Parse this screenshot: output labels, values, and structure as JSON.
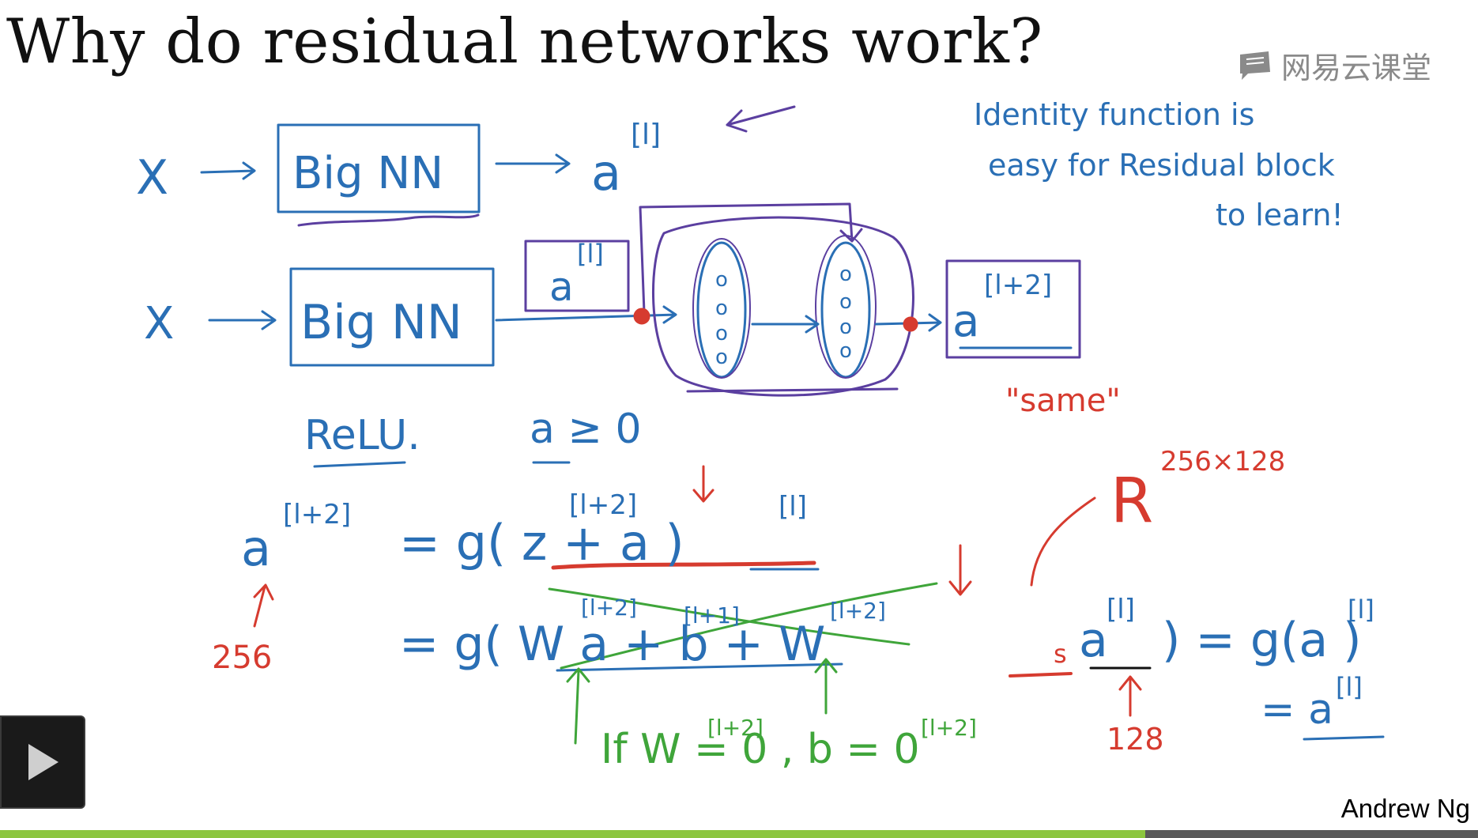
{
  "slide": {
    "title": "Why do residual networks work?",
    "watermark": "网易云课堂",
    "author": "Andrew Ng"
  },
  "notes": {
    "x_top": "X",
    "big_nn_top": "Big NN",
    "a_l_top": "a",
    "sup_l_top": "[l]",
    "identity_1": "Identity  function  is",
    "identity_2": "easy  for  Residual  block",
    "identity_3": "to  learn!",
    "x_mid": "X",
    "big_nn_mid": "Big NN",
    "a_l_box": "a",
    "sup_l_box": "[l]",
    "neuron": "o",
    "a_l2_box": "a",
    "sup_l2_box": "[l+2]",
    "same": "\"same\"",
    "relu": "ReLU.",
    "a_ge": "a ≥ 0",
    "eq1_lhs": "a",
    "eq1_lhs_sup": "[l+2]",
    "eq1_rhs": "= g( z     +  a    )",
    "eq1_z_sup": "[l+2]",
    "eq1_a_sup": "[l]",
    "n256": "256",
    "eq2_rhs": "= g( W      a      + b      +  W",
    "eq2_w_sup": "[l+2]",
    "eq2_a_sup": "[l+1]",
    "eq2_b_sup": "[l+2]",
    "ws_sub": "s",
    "eq2_a2": "a",
    "eq2_a2_sup": "[l]",
    "eq2_close": ")  = g(a   )",
    "eq2_ga_sup": "[l]",
    "eq3": "= a",
    "eq3_sup": "[l]",
    "r_dim": "R",
    "r_dim_sup": "256×128",
    "n128": "128",
    "if_line": "If W       = 0 , b       = 0",
    "if_w_sup": "[l+2]",
    "if_b_sup": "[l+2]"
  },
  "colors": {
    "blue": "#2a6fb5",
    "purple": "#5b3fa0",
    "red": "#d63b2f",
    "green": "#3fa53a",
    "progress": "#8cc63f"
  },
  "player": {
    "play_icon": "play-icon",
    "progress_fraction": 0.775
  }
}
